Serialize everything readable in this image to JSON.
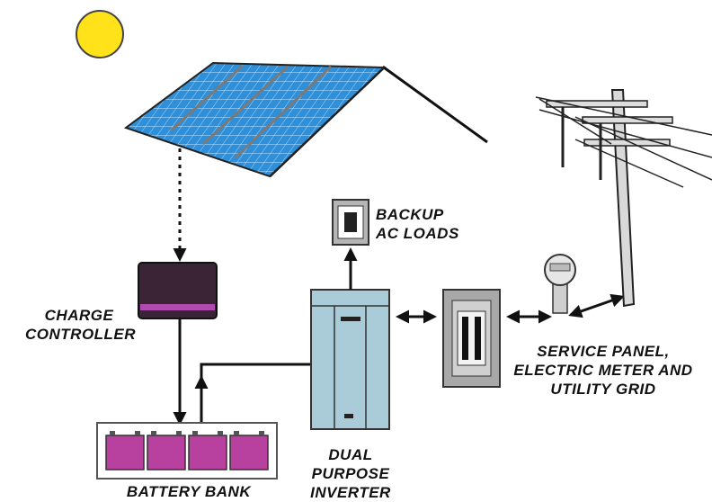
{
  "labels": {
    "charge_controller": [
      "CHARGE",
      "CONTROLLER"
    ],
    "backup_loads": [
      "BACKUP",
      "AC LOADS"
    ],
    "service_panel": [
      "SERVICE PANEL,",
      "ELECTRIC METER AND",
      "UTILITY GRID"
    ],
    "inverter": [
      "DUAL",
      "PURPOSE",
      "INVERTER"
    ],
    "battery_bank": "BATTERY BANK"
  },
  "colors": {
    "sun": "#ffe21a",
    "solar_panel": "#2f8fd8",
    "panel_grid": "#bfe3ff",
    "controller_body": "#3a2436",
    "controller_stripe": "#b04ab0",
    "battery": "#b8409e",
    "inverter": "#a9ccd8",
    "service_panel": "#a8a8a8"
  }
}
